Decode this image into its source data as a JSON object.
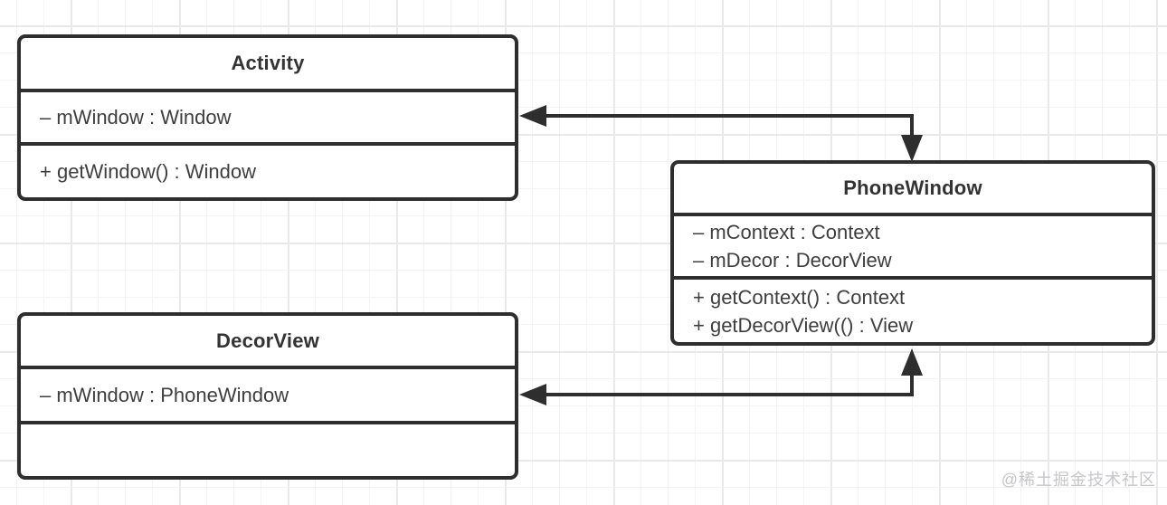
{
  "diagram": {
    "type": "uml-class-diagram",
    "classes": [
      {
        "name": "Activity",
        "attributes": [
          "– mWindow : Window"
        ],
        "methods": [
          "+ getWindow() : Window"
        ]
      },
      {
        "name": "PhoneWindow",
        "attributes": [
          "– mContext : Context",
          "– mDecor : DecorView"
        ],
        "methods": [
          "+ getContext() : Context",
          "+ getDecorView(() : View"
        ]
      },
      {
        "name": "DecorView",
        "attributes": [
          "– mWindow : PhoneWindow"
        ],
        "methods": []
      }
    ],
    "relations": [
      {
        "from": "PhoneWindow",
        "to": "Activity",
        "style": "orthogonal-double-arrow"
      },
      {
        "from": "PhoneWindow",
        "to": "DecorView",
        "style": "orthogonal-double-arrow"
      }
    ]
  },
  "watermark": "@稀土掘金技术社区",
  "colors": {
    "background": "#ffffff",
    "grid_minor": "#f3f3f6",
    "grid_major": "#e9e9ec",
    "stroke": "#2e2e2e",
    "title_text": "#333333",
    "member_text": "#3e3e3e",
    "watermark_text": "#c6c6c9"
  }
}
